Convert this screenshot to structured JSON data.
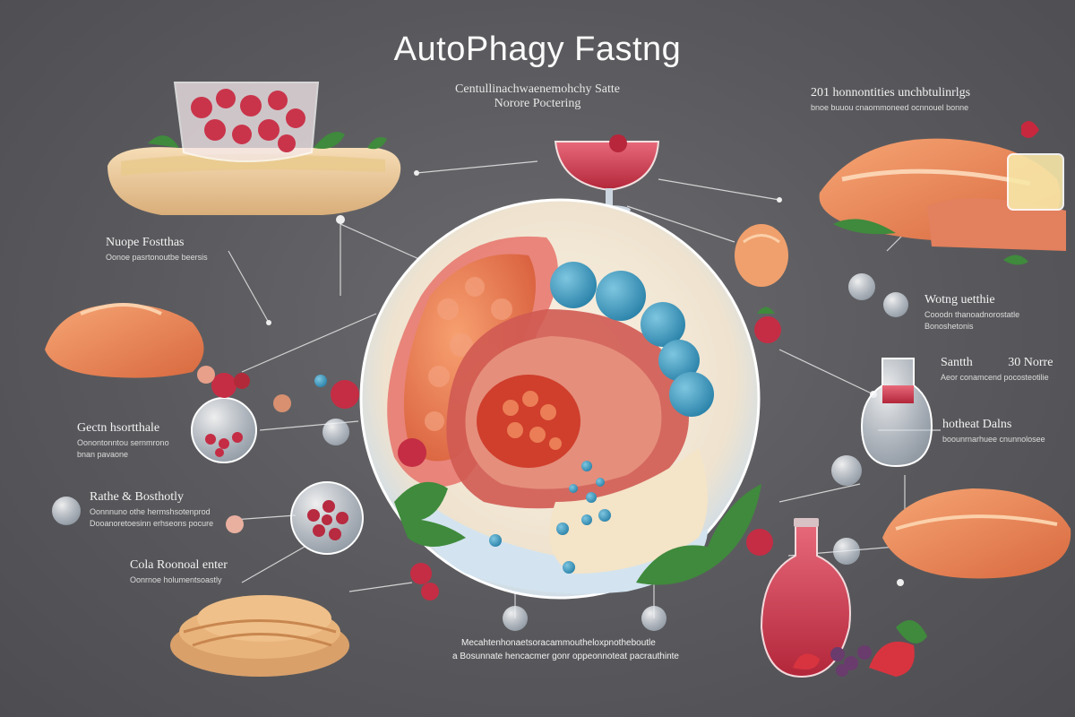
{
  "title": "AutoPhagy Fastng",
  "subtitle_1": "Centullinachwaenemohchy Satte",
  "subtitle_2": "Norore Poctering",
  "labels": {
    "top_right_head": "201 honnontities unchbtulinrlgs",
    "top_right_sub": "bnoe buuou cnaommoneed ocnnouel bonne",
    "left_1_head": "Nuope Fostthas",
    "left_1_sub": "Oonoe pasrtonoutbe beersis",
    "left_2_head": "Gectn hsortthale",
    "left_2_sub_1": "Oonontonntou sernmrono",
    "left_2_sub_2": "bnan pavaone",
    "left_3_head": "Rathe & Bosthotly",
    "left_3_sub_1": "Oonnnuno othe hermshsotenprod",
    "left_3_sub_2": "Dooanoretoesinn erhseons pocure",
    "left_4_head": "Cola Roonoal enter",
    "left_4_sub": "Oonrnoe holumentsoastly",
    "right_1_head": "Wotng uetthie",
    "right_1_sub_1": "Cooodn thanoadnorostatle",
    "right_1_sub_2": "Bonoshetonis",
    "right_2_head": "Santth",
    "right_2_head_b": "30 Norre",
    "right_2_sub": "Aeor conamcend pocosteotilie",
    "right_3_head": "hotheat Dalns",
    "right_3_sub": "boounrnarhuee cnunnolosee",
    "bottom_1": "Mecahtenhonaetsoracammoutheloxpnotheboutle",
    "bottom_2": "a Bosunnate hencacmer gonr oppeonnoteat pacrauthinte"
  }
}
